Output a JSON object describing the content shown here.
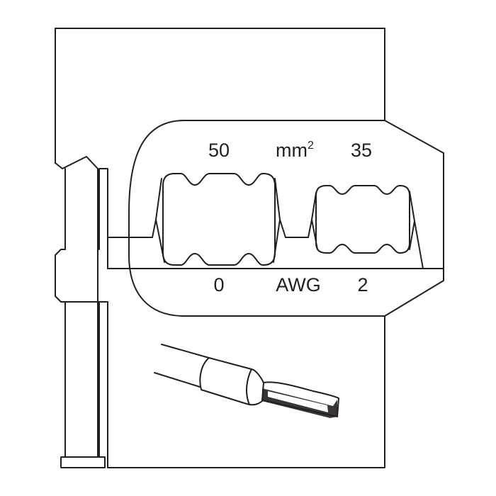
{
  "die": {
    "top_labels": {
      "left": "50",
      "unit": "mm",
      "unit_sup": "2",
      "right": "35"
    },
    "bottom_labels": {
      "left": "0",
      "unit": "AWG",
      "right": "2"
    }
  },
  "colors": {
    "line": "#231f20",
    "background": "#ffffff"
  }
}
